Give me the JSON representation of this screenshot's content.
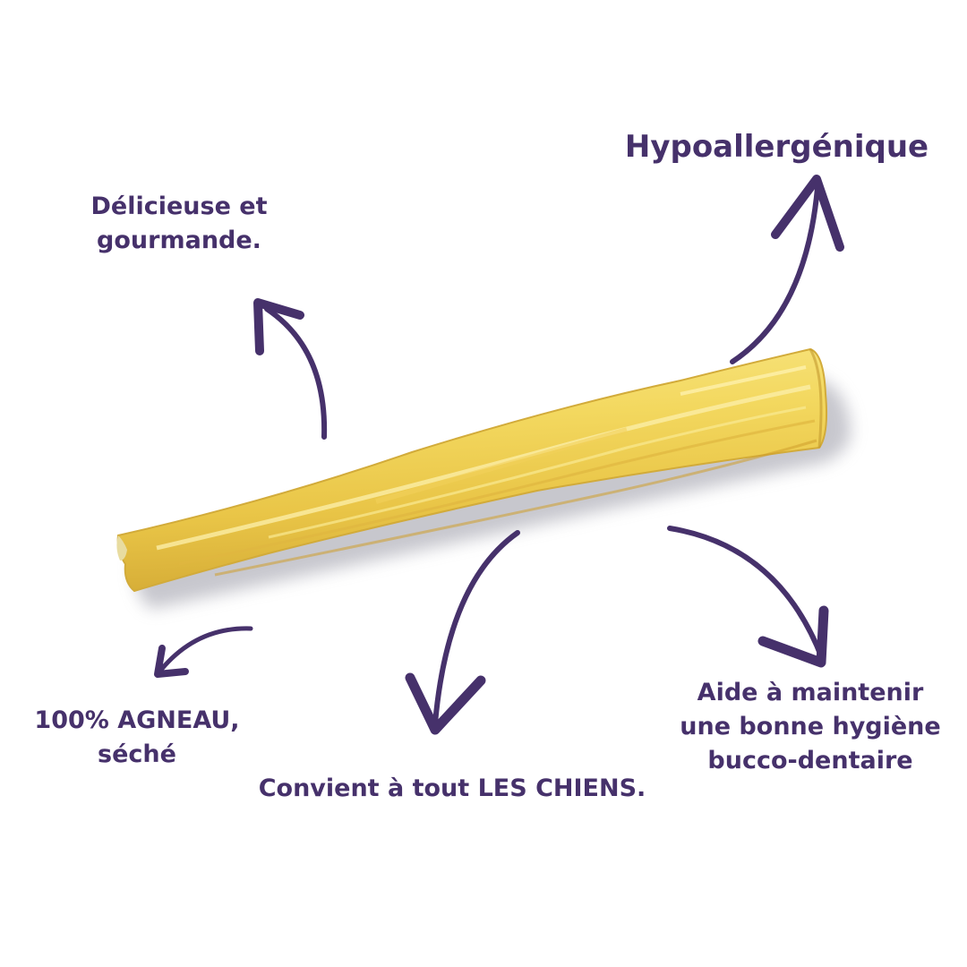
{
  "labels": {
    "delicious": [
      "Délicieuse et",
      "gourmande."
    ],
    "hypoallergenic": [
      "Hypoallergénique"
    ],
    "lamb": [
      "100% AGNEAU,",
      "séché"
    ],
    "dogs": [
      "Convient à tout LES CHIENS."
    ],
    "dental": [
      "Aide à maintenir",
      "une bonne hygiène",
      "bucco-dentaire"
    ]
  },
  "colors": {
    "accent": "#46316b",
    "stick_light": "#f6e27a",
    "stick_mid": "#ebc94a",
    "stick_dark": "#c9a231",
    "background": "#ffffff"
  },
  "icons": [
    "arrow-up-left-icon",
    "arrow-up-right-icon",
    "arrow-down-left-icon",
    "arrow-down-icon",
    "arrow-down-right-icon"
  ]
}
